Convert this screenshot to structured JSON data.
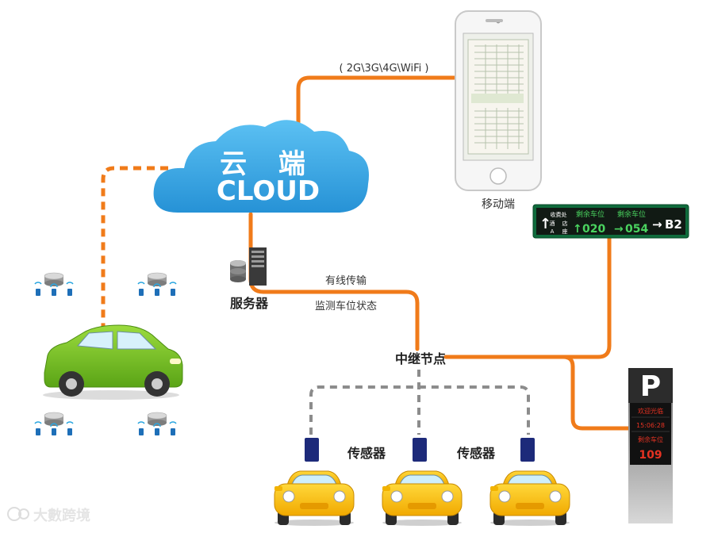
{
  "cloud": {
    "title_cn": "云 端",
    "title_en": "CLOUD"
  },
  "mobile": {
    "network_label": "( 2G\\3G\\4G\\WiFi )",
    "label": "移动端"
  },
  "server": {
    "label": "服务器"
  },
  "links": {
    "wired": "有线传输",
    "monitor": "监测车位状态"
  },
  "relay": {
    "label": "中继节点"
  },
  "sensors": {
    "label_1": "传感器",
    "label_2": "传感器"
  },
  "guide_sign": {
    "section1_top": "收费处",
    "section1_a": "酒",
    "section1_b": "店",
    "section1_c": "A",
    "section1_d": "座",
    "section2_label": "剩余车位",
    "section2_value": "020",
    "section3_label": "剩余车位",
    "section3_value": "054",
    "section4_label": "B2"
  },
  "entrance_sign": {
    "p_letter": "P",
    "welcome": "欢迎光临",
    "time": "15:06:28",
    "remaining_label": "剩余车位",
    "remaining_value": "109"
  },
  "watermark": "大數跨境",
  "colors": {
    "orange": "#f07b1a",
    "grey_dash": "#8c8c8c",
    "cloud_blue": "#3aa6e6",
    "car_green": "#7cc52a",
    "car_yellow": "#f4c20d",
    "sign_green": "#0f6b3c",
    "sign_red": "#e53222"
  }
}
